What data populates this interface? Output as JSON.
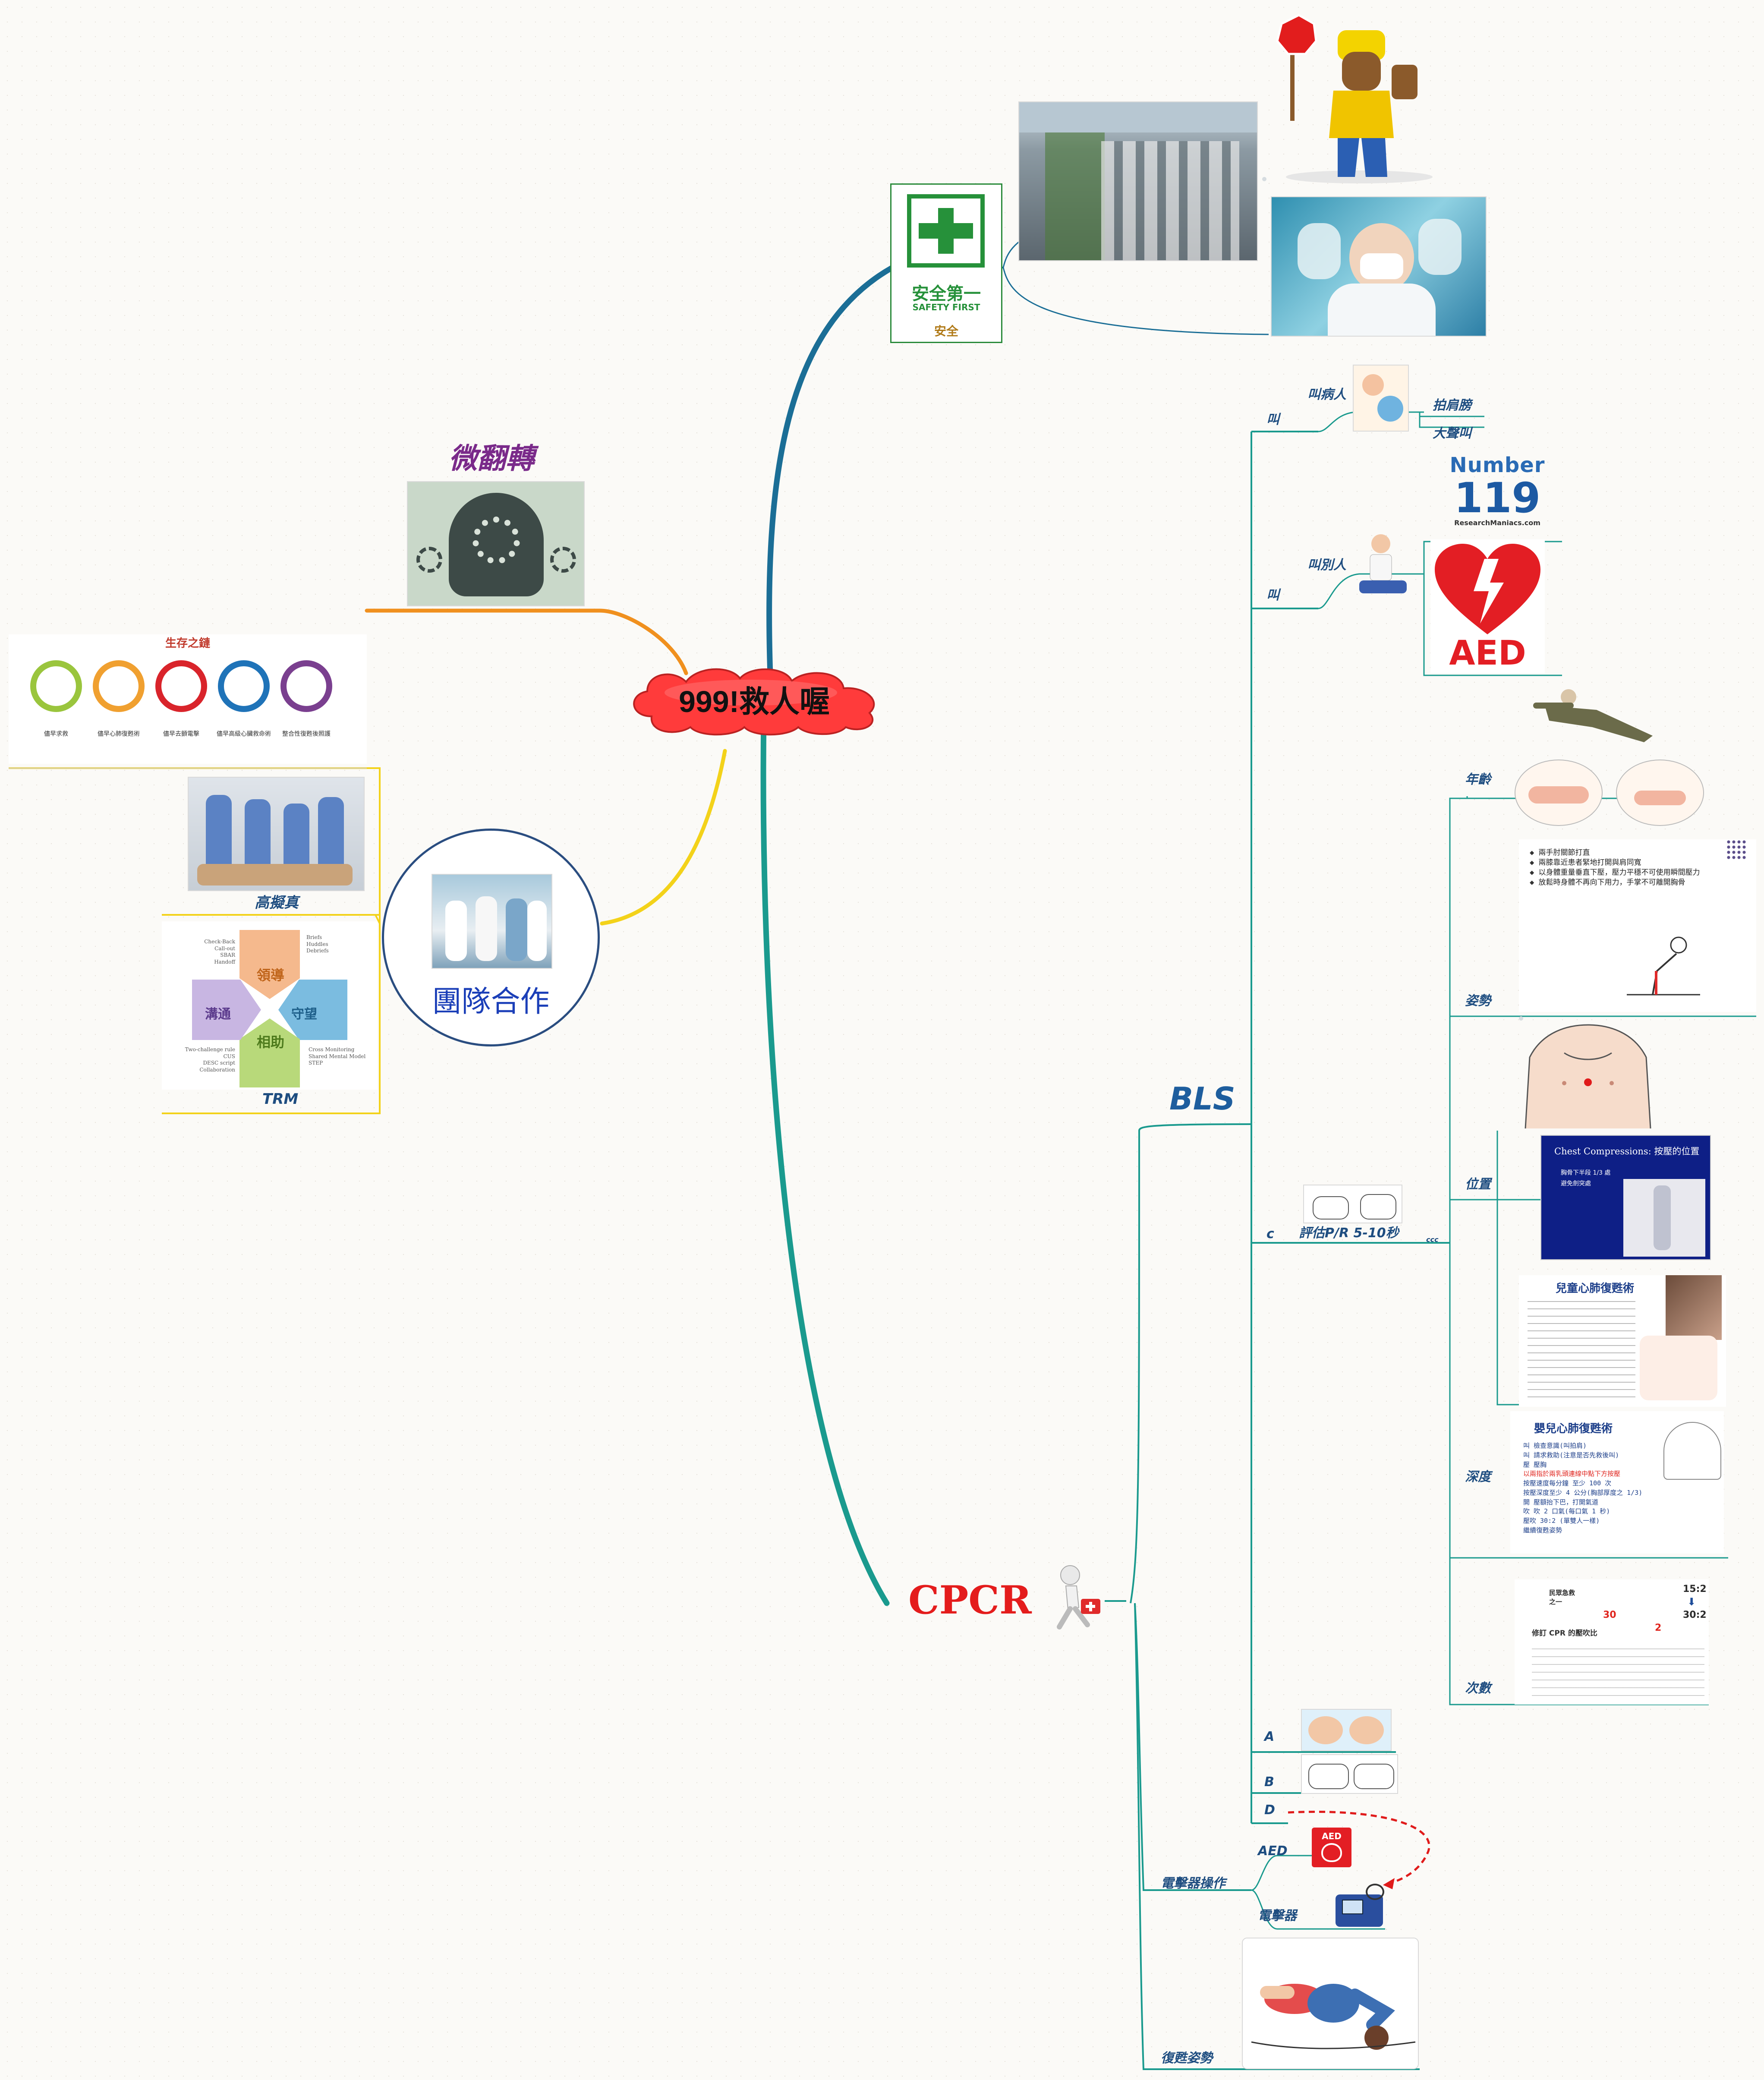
{
  "central": {
    "title": "999!救人喔",
    "fill": "#ff3b3b"
  },
  "colors": {
    "teal_branch": "#1a9a8e",
    "blue_branch": "#1b6e96",
    "orange_branch": "#f0901e",
    "yellow_branch": "#f3d21a",
    "node_text": "#1e4d80",
    "cpcr_text": "#e41c1c"
  },
  "safety": {
    "sign_main": "安全第一",
    "sign_sub": "SAFETY FIRST",
    "label": "安全",
    "icon": "green-cross-icon",
    "images": [
      "traffic-jam-photo",
      "stop-sign-worker-clipart",
      "masked-nurse-photo"
    ]
  },
  "left": {
    "micro_flip": {
      "title": "微翻轉",
      "image": "gears-head-illustration"
    },
    "teamwork": {
      "title": "團隊合作",
      "image": "team-doctors-photo",
      "chain": {
        "title": "生存之鏈",
        "links": [
          "儘早求救",
          "儘早心肺復甦術",
          "儘早去顫電擊",
          "儘早高級心臟救命術",
          "整合性復甦後照護"
        ]
      },
      "high_sim": "高擬真",
      "trm": {
        "label": "TRM",
        "quadrants": [
          "領導",
          "守望",
          "相助",
          "溝通"
        ],
        "notes_left": [
          "Check-Back",
          "Call-out",
          "SBAR",
          "Handoff"
        ],
        "notes_left_bottom": [
          "Two-challenge rule",
          "CUS",
          "DESC script",
          "Collaboration"
        ],
        "notes_right_top": [
          "Briefs",
          "Huddles",
          "Debriefs"
        ],
        "notes_right_bottom": [
          "Cross Monitoring",
          "Shared Mental Model",
          "STEP"
        ]
      }
    }
  },
  "cpcr": {
    "title": "CPCR",
    "icon": "runner-with-first-aid-kit-icon",
    "bls": {
      "title": "BLS",
      "call_patient": {
        "branch": "叫",
        "label": "叫病人",
        "actions": [
          "拍肩膀",
          "大聲叫"
        ]
      },
      "call_others": {
        "branch": "叫",
        "label": "叫別人",
        "number_text": "Number",
        "number": "119",
        "number_source": "ResearchManiacs.com",
        "aed_text": "AED"
      },
      "c_branch": {
        "branch": "c",
        "label": "評估P/R 5-10秒",
        "side_mark": "ccc",
        "age": "年齡",
        "posture": "姿勢",
        "posture_points": [
          "兩手肘關節打直",
          "兩膝靠近患者緊地打開與肩同寬",
          "以身體重量垂直下壓，壓力平穩不可使用瞬間壓力",
          "放鬆時身體不再向下用力，手掌不可離開胸骨"
        ],
        "position": "位置",
        "position_slide": {
          "title": "Chest Compressions: 按壓的位置",
          "bullets": [
            "胸骨下半段 1/3 處",
            "避免劍突處"
          ]
        },
        "depth": "深度",
        "child_cpr": {
          "title": "兒童心肺復甦術"
        },
        "infant_cpr": {
          "title": "嬰兒心肺復甦術",
          "lines": [
            "叫 檢查意識(叫拍肩)",
            "叫 請求救助(注意是否先救後叫)",
            "壓 壓胸",
            "以兩指於兩乳頭連線中點下方按壓",
            "按壓速度每分鐘 至少 100 次",
            "按壓深度至少 4 公分(胸部厚度之 1/3)",
            "開 壓額抬下巴，打開氣道",
            "吹 吹 2 口氣(每口氣 1 秒)",
            "壓吹 30:2 (單雙人一樣)",
            "繼續復甦姿勢"
          ]
        },
        "count": "次數",
        "count_slide": {
          "heading": "民眾急救之一",
          "ratio_a": "30",
          "ratio_b": "2",
          "ratio_old": "15:2",
          "ratio_new": "30:2",
          "line": "修訂 CPR 的壓吹比"
        }
      },
      "a": "A",
      "b": "B",
      "d": "D"
    },
    "defib": {
      "label": "電擊器操作",
      "aed": "AED",
      "device": "電擊器",
      "aed_icon_text": "AED"
    },
    "recovery": "復甦姿勢"
  }
}
